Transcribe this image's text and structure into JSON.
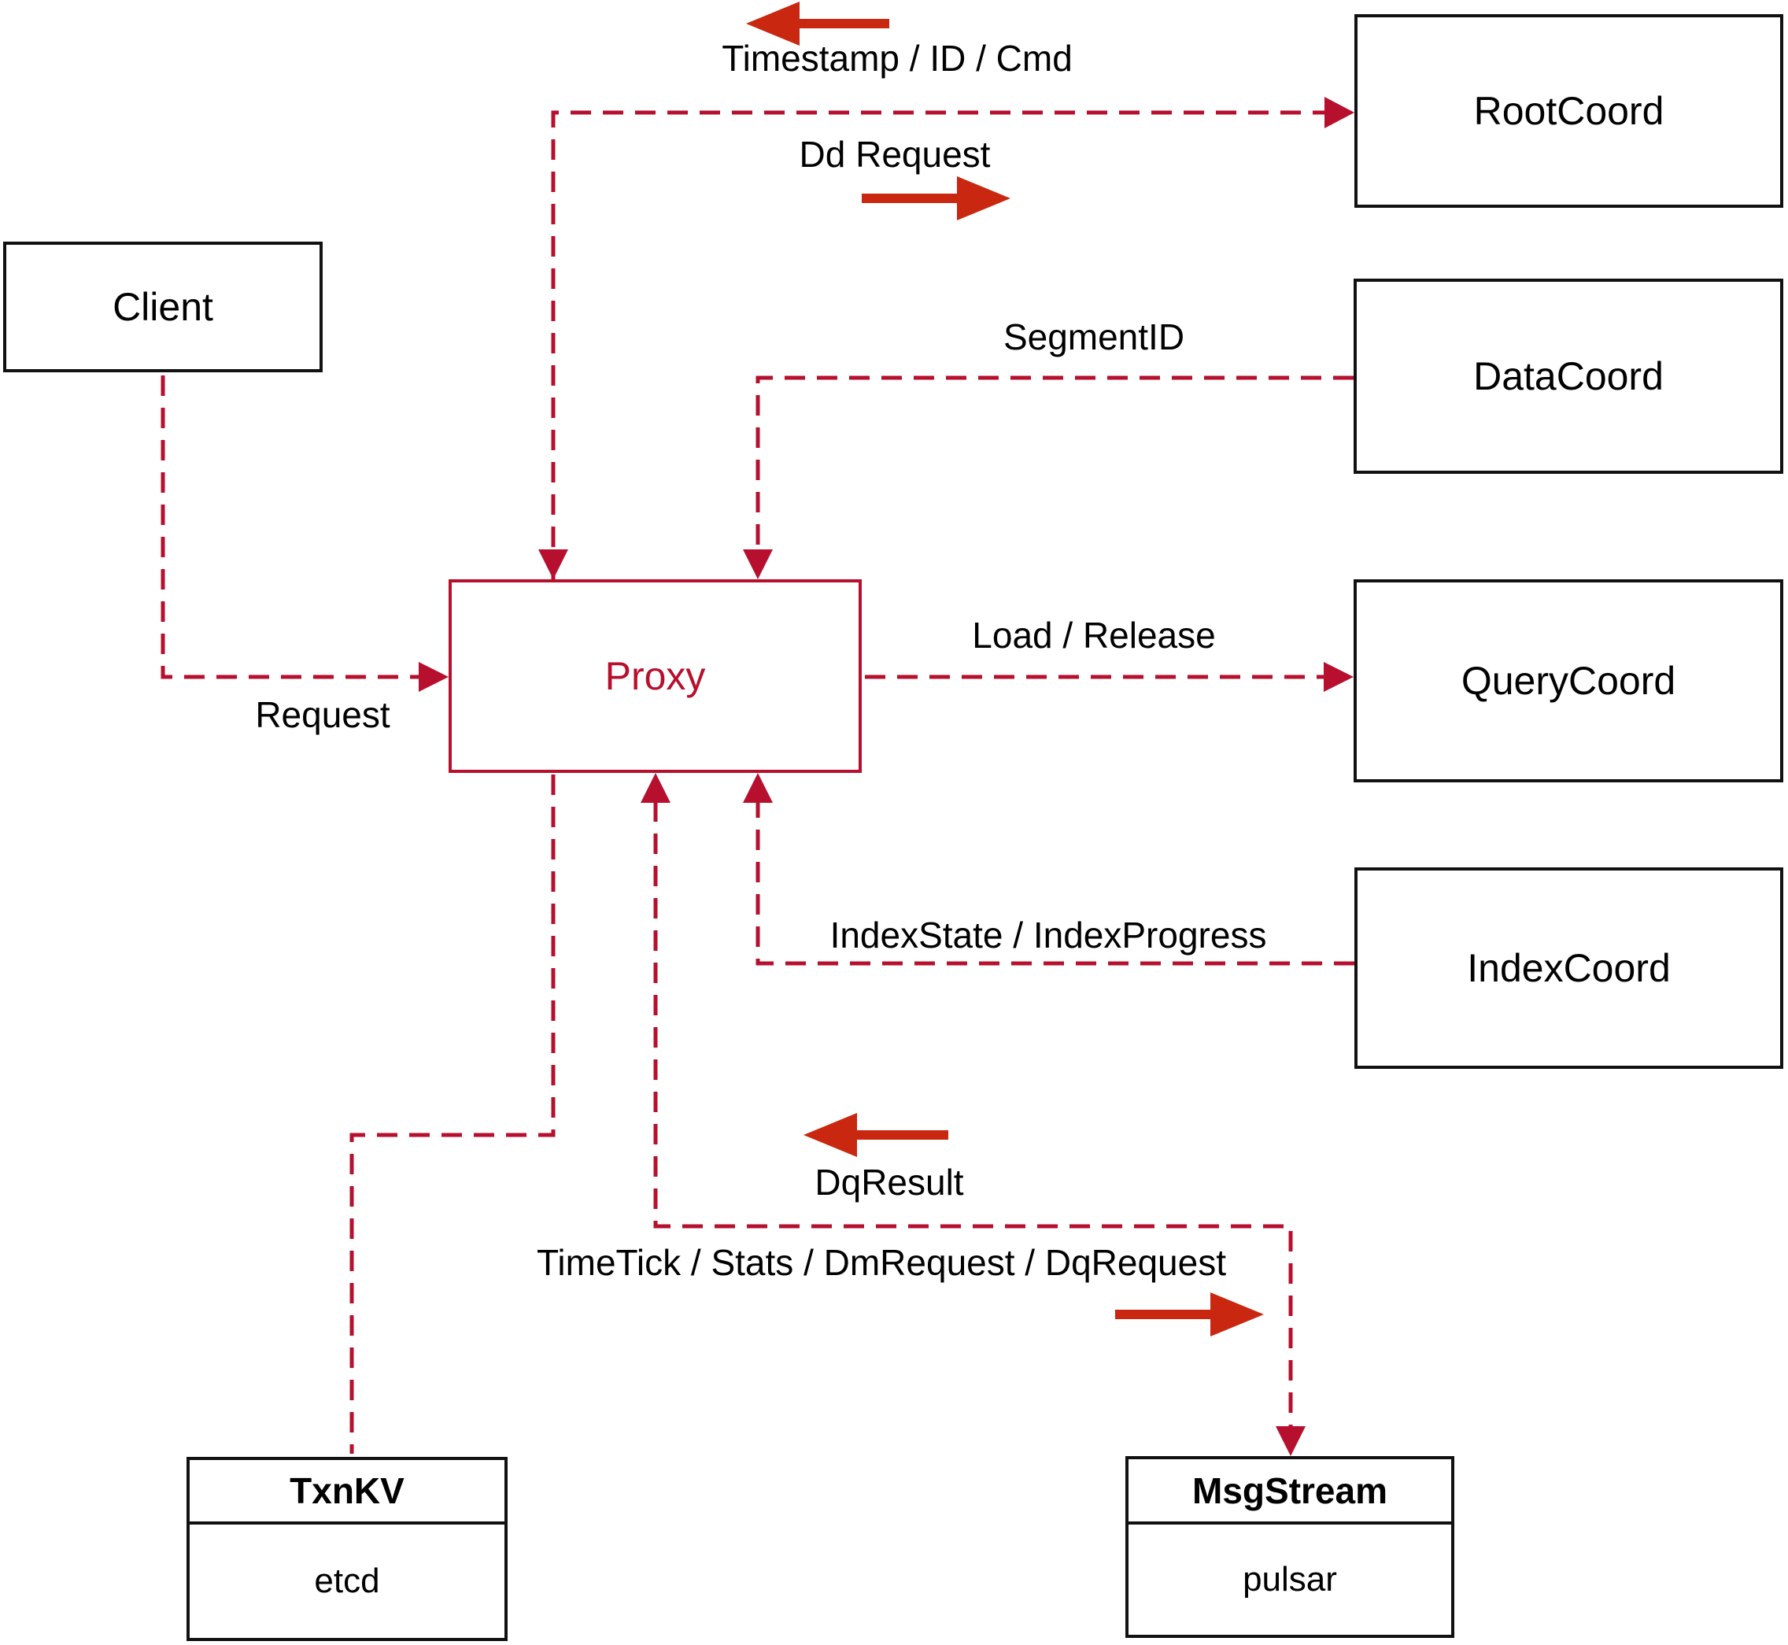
{
  "diagram": {
    "title_hint": "Milvus proxy interaction diagram",
    "nodes": {
      "client": "Client",
      "proxy": "Proxy",
      "root_coord": "RootCoord",
      "data_coord": "DataCoord",
      "query_coord": "QueryCoord",
      "index_coord": "IndexCoord",
      "txn_kv": {
        "title": "TxnKV",
        "impl": "etcd"
      },
      "msg_stream": {
        "title": "MsgStream",
        "impl": "pulsar"
      }
    },
    "edge_labels": {
      "timestamp_id_cmd": "Timestamp / ID / Cmd",
      "dd_request": "Dd Request",
      "segment_id": "SegmentID",
      "load_release": "Load / Release",
      "index_state": "IndexState / IndexProgress",
      "request": "Request",
      "dq_result": "DqResult",
      "timetick": "TimeTick / Stats / DmRequest / DqRequest"
    },
    "colors": {
      "connector_red": "#b6102e",
      "flow_arrow_red": "#c9270f",
      "node_border": "#111111",
      "label_text": "#000000"
    }
  }
}
